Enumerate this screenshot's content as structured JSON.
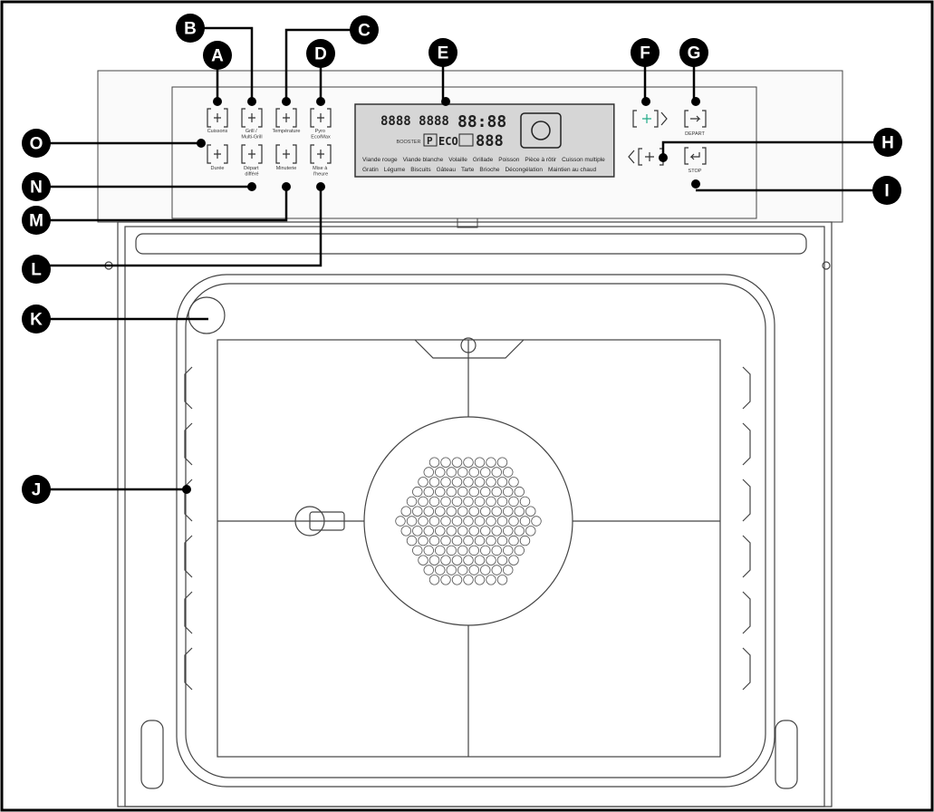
{
  "callouts": [
    "A",
    "B",
    "C",
    "D",
    "E",
    "F",
    "G",
    "H",
    "I",
    "J",
    "K",
    "L",
    "M",
    "N",
    "O"
  ],
  "buttons_top": [
    "Cuissons",
    "Grill / Multi-Grill",
    "Température",
    "Pyro Eco/Max"
  ],
  "buttons_bottom": [
    "Durée",
    "Départ différé",
    "Minuterie",
    "Mise à l'heure"
  ],
  "right_buttons": {
    "depart": "DEPART",
    "stop": "STOP"
  },
  "display": {
    "booster": "BOOSTER",
    "eco": "ECO",
    "time": "88:88",
    "temp": "888",
    "program": "P",
    "programs_row1": [
      "Viande rouge",
      "Viande blanche",
      "Volaille",
      "Grillade",
      "Poisson",
      "Pièce à rôtir",
      "Cuisson multiple"
    ],
    "programs_row2": [
      "Gratin",
      "Légume",
      "Biscuits",
      "Gâteau",
      "Tarte",
      "Brioche",
      "Décongélation",
      "Maintien au chaud"
    ]
  }
}
